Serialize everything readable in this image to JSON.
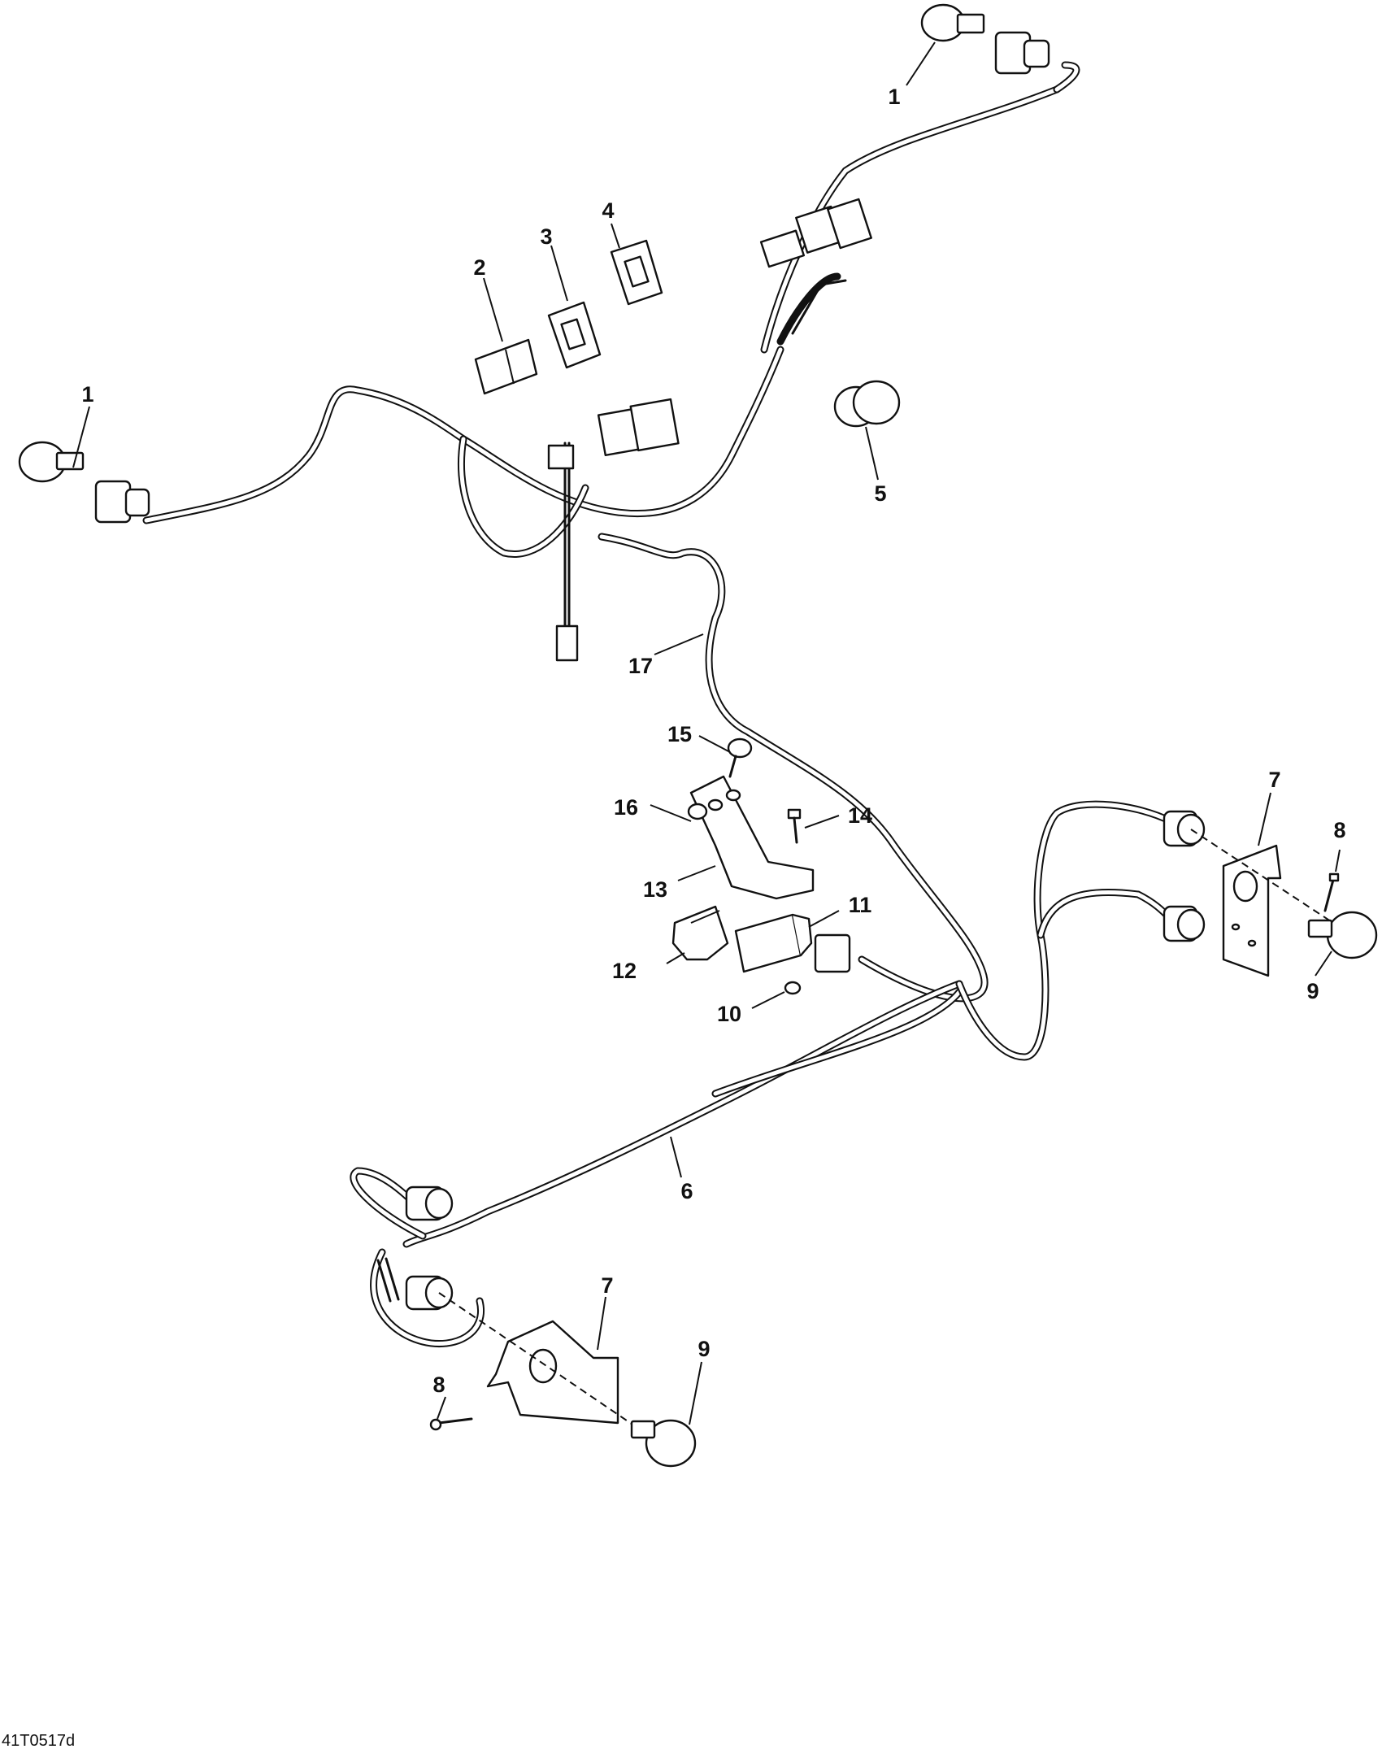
{
  "figure": {
    "code": "41T0517d",
    "colors": {
      "line": "#111111",
      "background": "#ffffff"
    }
  },
  "callouts": [
    {
      "id": "c1a",
      "label": "1"
    },
    {
      "id": "c1b",
      "label": "1"
    },
    {
      "id": "c2",
      "label": "2"
    },
    {
      "id": "c3",
      "label": "3"
    },
    {
      "id": "c4",
      "label": "4"
    },
    {
      "id": "c5",
      "label": "5"
    },
    {
      "id": "c6",
      "label": "6"
    },
    {
      "id": "c7a",
      "label": "7"
    },
    {
      "id": "c7b",
      "label": "7"
    },
    {
      "id": "c8a",
      "label": "8"
    },
    {
      "id": "c8b",
      "label": "8"
    },
    {
      "id": "c9a",
      "label": "9"
    },
    {
      "id": "c9b",
      "label": "9"
    },
    {
      "id": "c10",
      "label": "10"
    },
    {
      "id": "c11",
      "label": "11"
    },
    {
      "id": "c12",
      "label": "12"
    },
    {
      "id": "c13",
      "label": "13"
    },
    {
      "id": "c14",
      "label": "14"
    },
    {
      "id": "c15",
      "label": "15"
    },
    {
      "id": "c16",
      "label": "16"
    },
    {
      "id": "c17",
      "label": "17"
    }
  ]
}
